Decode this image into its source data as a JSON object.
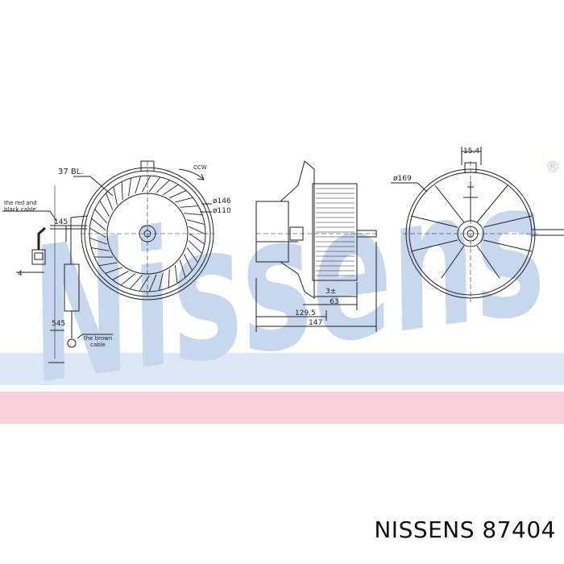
{
  "watermark": {
    "text": "Nissens",
    "registered_mark": "®",
    "color": "#c7d7ee"
  },
  "bands": {
    "blue": "#dde8f7",
    "pink": "#f8d3dc"
  },
  "labels": {
    "blade_count": "37 BL.",
    "rotation": "CCW",
    "dia_146": "ø146",
    "dia_110": "ø110",
    "dim_145": "145",
    "red_black_cable_l1": "the red and",
    "red_black_cable_l2": "black cable",
    "dim_4": "4",
    "dim_545": "545",
    "brown_cable_l1": "the brown",
    "brown_cable_l2": "cable",
    "dim_3": "3±",
    "dim_63": "63",
    "dim_1295": "129.5",
    "dim_147": "147",
    "dim_154": "15.4",
    "dia_169": "ø169"
  },
  "caption": "NISSENS 87404"
}
